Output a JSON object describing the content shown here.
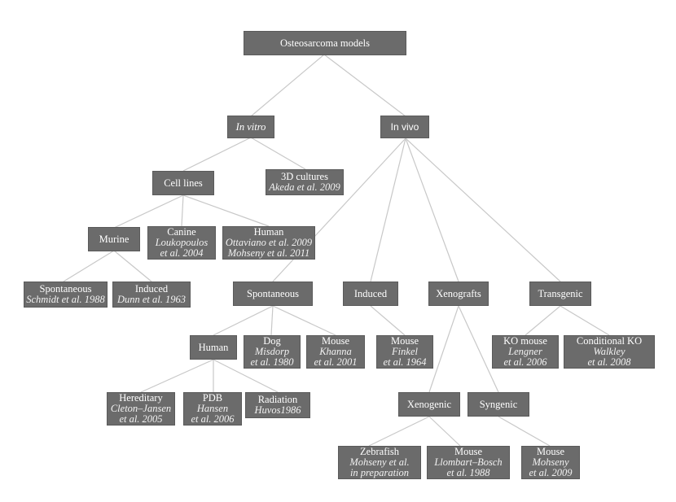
{
  "diagram": {
    "root": "Osteosarcoma models",
    "in_vitro": "In vitro",
    "in_vivo": "In vivo",
    "cell_lines": "Cell lines",
    "cultures_3d": {
      "title": "3D cultures",
      "cite": "Akeda et al. 2009"
    },
    "murine": "Murine",
    "canine": {
      "title": "Canine",
      "cite1": "Loukopoulos",
      "cite2": "et al. 2004"
    },
    "human_cells": {
      "title": "Human",
      "cite1": "Ottaviano et al. 2009",
      "cite2": "Mohseny et al. 2011"
    },
    "murine_spontaneous": {
      "title": "Spontaneous",
      "cite": "Schmidt et al. 1988"
    },
    "murine_induced": {
      "title": "Induced",
      "cite": "Dunn et al. 1963"
    },
    "spontaneous": "Spontaneous",
    "induced": "Induced",
    "xenografts": "Xenografts",
    "transgenic": "Transgenic",
    "human": "Human",
    "dog": {
      "title": "Dog",
      "cite1": "Misdorp",
      "cite2": "et al. 1980"
    },
    "mouse_spont": {
      "title": "Mouse",
      "cite1": "Khanna",
      "cite2": "et al. 2001"
    },
    "mouse_induced": {
      "title": "Mouse",
      "cite1": "Finkel",
      "cite2": "et al. 1964"
    },
    "hereditary": {
      "title": "Hereditary",
      "cite1": "Cleton–Jansen",
      "cite2": "et al. 2005"
    },
    "pdb": {
      "title": "PDB",
      "cite1": "Hansen",
      "cite2": "et al. 2006"
    },
    "radiation": {
      "title": "Radiation",
      "cite": "Huvos1986"
    },
    "xenogenic": "Xenogenic",
    "syngenic": "Syngenic",
    "zebrafish": {
      "title": "Zebrafish",
      "cite1": "Mohseny et al.",
      "cite2": "in preparation"
    },
    "mouse_xeno": {
      "title": "Mouse",
      "cite1": "Llombart–Bosch",
      "cite2": "et al. 1988"
    },
    "mouse_syn": {
      "title": "Mouse",
      "cite1": "Mohseny",
      "cite2": "et al. 2009"
    },
    "ko_mouse": {
      "title": "KO mouse",
      "cite1": "Lengner",
      "cite2": "et al. 2006"
    },
    "conditional_ko": {
      "title": "Conditional KO",
      "cite1": "Walkley",
      "cite2": "et al. 2008"
    }
  }
}
